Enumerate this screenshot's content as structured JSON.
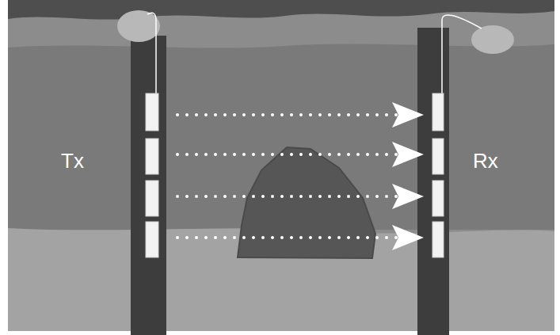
{
  "diagram": {
    "nodes": [
      {
        "text": [
          "Tx"
        ]
      },
      {
        "text": [
          "Rx"
        ]
      }
    ],
    "edges": [
      {
        "from": 0,
        "to": 1,
        "arrow": "to"
      },
      {
        "from": 0,
        "to": 1,
        "arrow": "to"
      },
      {
        "from": 0,
        "to": 1,
        "arrow": "to"
      },
      {
        "from": 0,
        "to": 1,
        "arrow": "to"
      }
    ]
  }
}
